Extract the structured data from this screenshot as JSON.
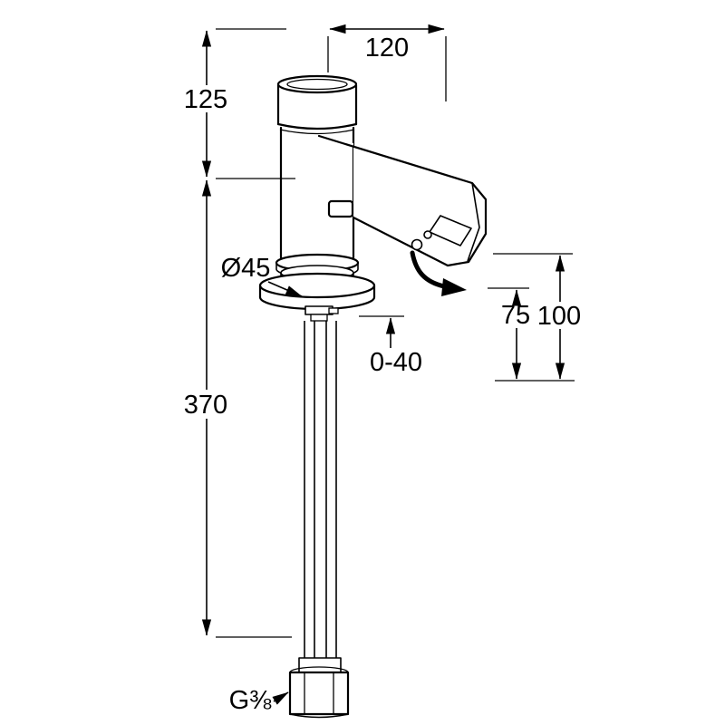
{
  "drawing": {
    "type": "technical-dimension-drawing",
    "subject": "electronic sensor basin faucet",
    "labels": {
      "spout_reach": "120",
      "body_height": "125",
      "escutcheon_diameter": "Ø45",
      "outlet_clearance": "75",
      "sensor_clearance": "100",
      "deck_thickness_range": "0-40",
      "hose_drop": "370",
      "connection_thread": "G⅜"
    },
    "colors": {
      "line": "#000000",
      "background": "#ffffff"
    }
  }
}
